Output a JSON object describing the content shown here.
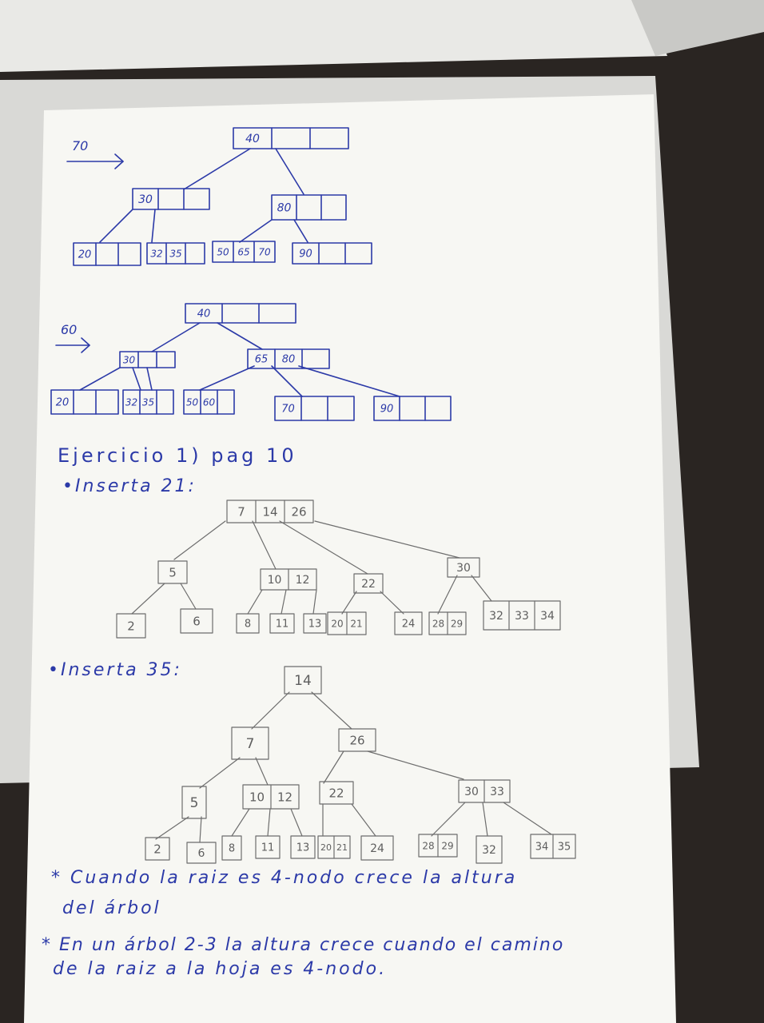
{
  "arrows": {
    "insert_70": "70",
    "insert_60": "60"
  },
  "trees": {
    "tree_a": {
      "root": [
        "40",
        "",
        ""
      ],
      "left": [
        "30",
        "",
        ""
      ],
      "right": [
        "80",
        "",
        ""
      ],
      "leaves": [
        [
          "20",
          "",
          ""
        ],
        [
          "32",
          "35",
          ""
        ],
        [
          "50",
          "65",
          "70"
        ],
        [
          "90",
          "",
          ""
        ]
      ]
    },
    "tree_b": {
      "root": [
        "40",
        "",
        ""
      ],
      "left": [
        "30",
        "",
        ""
      ],
      "right": [
        "65",
        "80",
        ""
      ],
      "leaves": [
        [
          "20",
          "",
          ""
        ],
        [
          "32",
          "35",
          ""
        ],
        [
          "50",
          "60",
          ""
        ],
        [
          "70",
          "",
          ""
        ],
        [
          "90",
          "",
          ""
        ]
      ]
    },
    "tree_c": {
      "root": [
        "7",
        "14",
        "26"
      ],
      "mid": [
        [
          "5"
        ],
        [
          "10",
          "12"
        ],
        [
          "22"
        ],
        [
          "30"
        ]
      ],
      "leaves": [
        [
          "2"
        ],
        [
          "6"
        ],
        [
          "8"
        ],
        [
          "11"
        ],
        [
          "13"
        ],
        [
          "20",
          "21"
        ],
        [
          "24"
        ],
        [
          "28",
          "29"
        ],
        [
          "32",
          "33",
          "34"
        ]
      ]
    },
    "tree_d": {
      "root": [
        "14"
      ],
      "level1": [
        [
          "7"
        ],
        [
          "26"
        ]
      ],
      "level2": [
        [
          "5"
        ],
        [
          "10",
          "12"
        ],
        [
          "22"
        ],
        [
          "30",
          "33"
        ]
      ],
      "leaves": [
        [
          "2"
        ],
        [
          "6"
        ],
        [
          "8"
        ],
        [
          "11"
        ],
        [
          "13"
        ],
        [
          "20",
          "21"
        ],
        [
          "24"
        ],
        [
          "28",
          "29"
        ],
        [
          "32"
        ],
        [
          "34",
          "35"
        ]
      ]
    }
  },
  "heading": "Ejercicio 1)   pag 10",
  "bullet_1": "•Inserta 21:",
  "bullet_2": "•Inserta 35:",
  "notes": [
    "* Cuando la raiz es 4-nodo crece la altura",
    "del árbol",
    "* En un árbol 2-3 la altura crece cuando el camino",
    "de la raiz a la hoja es 4-nodo."
  ]
}
